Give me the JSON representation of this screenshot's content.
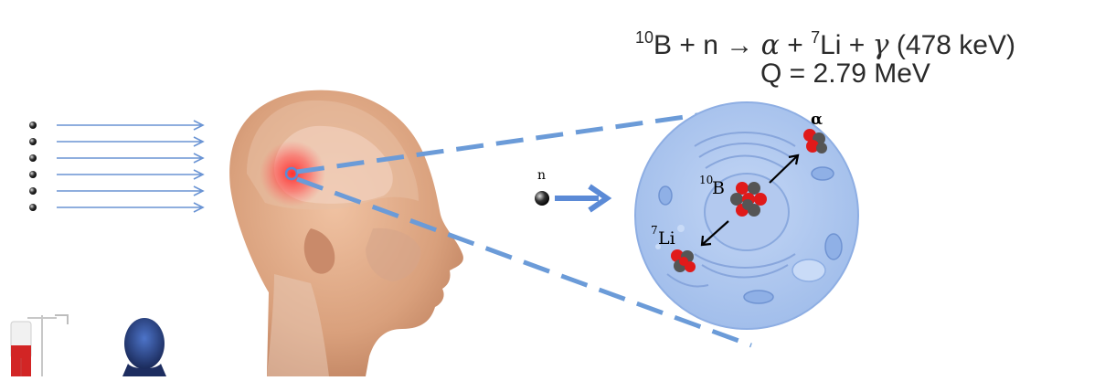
{
  "reaction": {
    "b_mass": "10",
    "b_symbol": "B",
    "plus1": " + n ",
    "arrow": "→",
    "alpha": "α",
    "plus2": " + ",
    "li_mass": "7",
    "li_symbol": "Li",
    "plus3": " + ",
    "gamma": "γ",
    "gamma_energy": " (478 keV)",
    "q_value": "Q = 2.79 MeV"
  },
  "cell_labels": {
    "neutron": "n",
    "boron_mass": "10",
    "boron_symbol": "B",
    "alpha": "α",
    "lithium_mass": "7",
    "lithium_symbol": "Li"
  },
  "colors": {
    "beam": "#6a94d4",
    "dashed_line": "#6b9bd8",
    "cell_fill": "#a9c4ee",
    "nucleus_red": "#e01a1a",
    "nucleus_gray": "#555555",
    "tumor": "#ff3b3b"
  },
  "icons": [
    "neutron-particle-icon",
    "iv-drip-icon",
    "patient-silhouette-icon"
  ]
}
